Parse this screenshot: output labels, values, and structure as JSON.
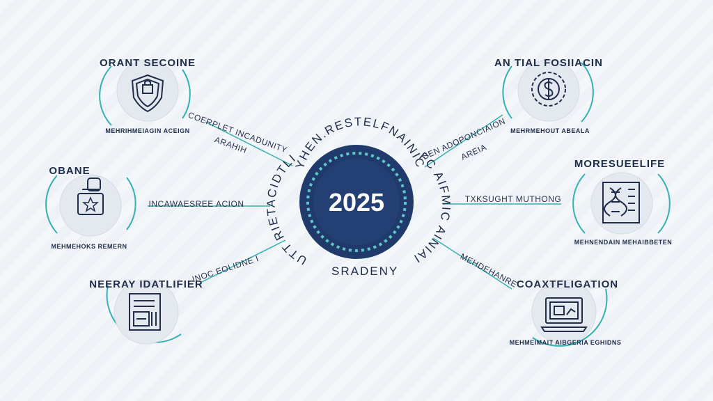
{
  "hub": {
    "year": "2025",
    "ring_top": "TYHEN.RESTELFNAINICE",
    "ring_left": "DUTT RIETACIDTLIC",
    "ring_right": "SFC AIFMIC AINIAIIC",
    "ring_bottom": "SRADENY"
  },
  "nodes": {
    "top_left": {
      "title": "ORANT SECOINE",
      "subtitle": "MEHRIHMEIAGIN ACEIGN",
      "icon": "shield-lock-icon"
    },
    "middle_left": {
      "title": "OBANE",
      "subtitle": "MEHMEHOKS REMERN",
      "icon": "badge-star-icon"
    },
    "bottom_left": {
      "title": "NEERAY IDATLIFIER",
      "subtitle": "",
      "icon": "document-chart-icon"
    },
    "top_right": {
      "title": "AN TIAL FOSIIACIN",
      "subtitle": "MEHRMEHOUT ABEALA",
      "icon": "dollar-gear-icon"
    },
    "middle_right": {
      "title": "MORESUEELIFE",
      "subtitle": "MEHNENDAIN MEHAIBBETEN",
      "icon": "dna-list-icon"
    },
    "bottom_right": {
      "title": "COAXTFLIGATION",
      "subtitle": "MEHMEIMAIT AIBGERIA EGHIDNS",
      "icon": "laptop-chart-icon"
    }
  },
  "connectors": {
    "top_left_line1": "COERPLET INCADUNITY",
    "top_left_line2": "ARAHIH",
    "middle_left": "INCAWAESREE ACION",
    "bottom_left": "INOC EOLIDNE I",
    "top_right_line1": "SEN ADOPONCIAION",
    "top_right_line2": "AREIA",
    "middle_right": "TXKSUGHT MUTHONG",
    "bottom_right": "MEHDEHANRE"
  },
  "colors": {
    "navy": "#1f3a6b",
    "teal": "#35b0b0",
    "node_fill": "#e4e8ef",
    "ink": "#1f2d4a"
  }
}
